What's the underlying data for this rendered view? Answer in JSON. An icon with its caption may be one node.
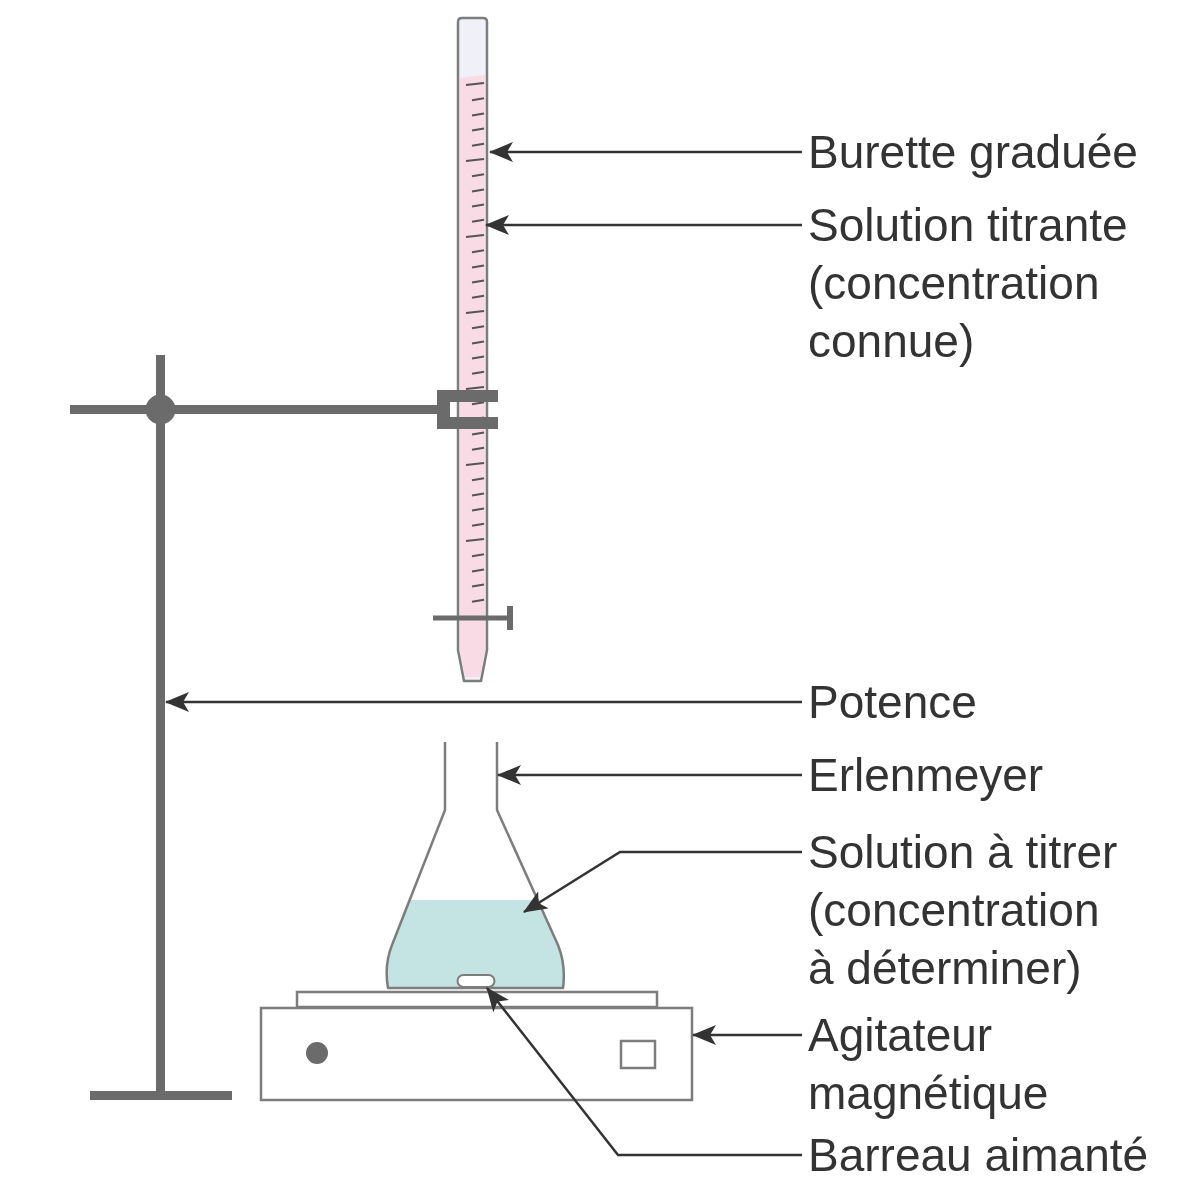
{
  "diagram": {
    "nodes": [
      {
        "text": [
          "Burette graduée"
        ]
      },
      {
        "text": [],
        "shape": "picture"
      },
      {
        "text": [
          "Solution titrante (concentration connue)"
        ]
      },
      {
        "text": [],
        "shape": "picture",
        "in": 1
      },
      {
        "text": [
          "Potence"
        ]
      },
      {
        "text": [],
        "shape": "picture"
      },
      {
        "text": [
          "Erlenmeyer"
        ]
      },
      {
        "text": [],
        "shape": "picture"
      },
      {
        "text": [
          "Solution à titrer (concentration à déterminer)"
        ]
      },
      {
        "text": [],
        "shape": "picture",
        "in": 7
      },
      {
        "text": [
          "Agitateur magnétique"
        ]
      },
      {
        "text": [],
        "shape": "picture"
      },
      {
        "text": [
          "Barreau aimanté"
        ]
      },
      {
        "text": [],
        "shape": "box",
        "in": 9
      }
    ],
    "edges": [
      {
        "from": 0,
        "to": 1,
        "arrow": "to"
      },
      {
        "from": 2,
        "to": 3,
        "arrow": "to"
      },
      {
        "from": 4,
        "to": 5,
        "arrow": "to"
      },
      {
        "from": 6,
        "to": 7,
        "arrow": "to"
      },
      {
        "from": 8,
        "to": 9,
        "arrow": "to"
      },
      {
        "from": 10,
        "to": 11,
        "arrow": "to"
      },
      {
        "from": 12,
        "to": 13,
        "arrow": "to"
      }
    ]
  }
}
